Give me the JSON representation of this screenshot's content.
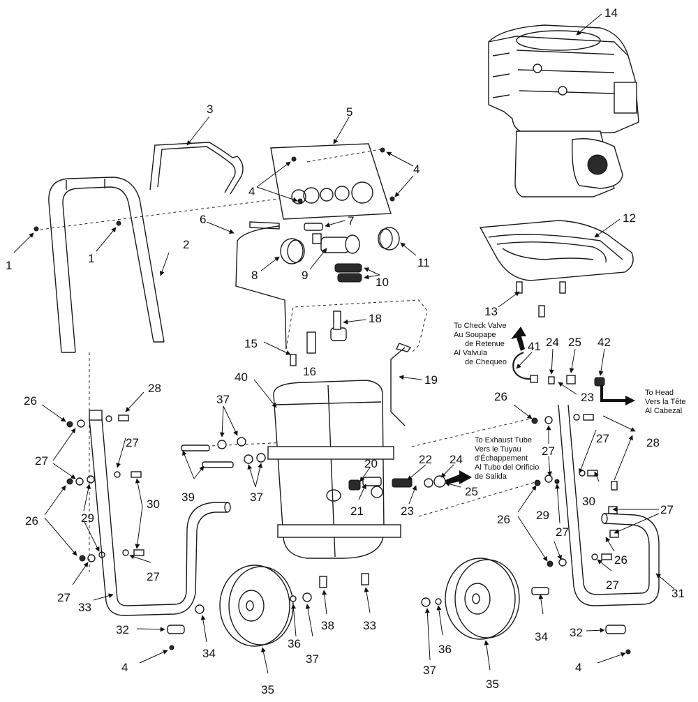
{
  "labels": {
    "l1a": "1",
    "l1b": "1",
    "l2": "2",
    "l3": "3",
    "l4a": "4",
    "l4b": "4",
    "l4c": "4",
    "l4d": "4",
    "l5": "5",
    "l6": "6",
    "l7": "7",
    "l8": "8",
    "l9": "9",
    "l10": "10",
    "l11": "11",
    "l12": "12",
    "l13": "13",
    "l14": "14",
    "l15": "15",
    "l16": "16",
    "l18": "18",
    "l19": "19",
    "l20": "20",
    "l21": "21",
    "l22": "22",
    "l23a": "23",
    "l23b": "23",
    "l24a": "24",
    "l24b": "24",
    "l25a": "25",
    "l25b": "25",
    "l26a": "26",
    "l26b": "26",
    "l26c": "26",
    "l26d": "26",
    "l26e": "26",
    "l27a": "27",
    "l27b": "27",
    "l27c": "27",
    "l27d": "27",
    "l27e": "27",
    "l27f": "27",
    "l27g": "27",
    "l27h": "27",
    "l28a": "28",
    "l28b": "28",
    "l29a": "29",
    "l29b": "29",
    "l30a": "30",
    "l30b": "30",
    "l31": "31",
    "l32a": "32",
    "l32b": "32",
    "l33a": "33",
    "l33b": "33",
    "l34a": "34",
    "l34b": "34",
    "l35a": "35",
    "l35b": "35",
    "l36a": "36",
    "l36b": "36",
    "l37a": "37",
    "l37b": "37",
    "l37c": "37",
    "l37d": "37",
    "l38": "38",
    "l39": "39",
    "l40": "40",
    "l41": "41",
    "l42": "42"
  },
  "notes": {
    "check_valve": [
      "To Check Valve",
      "Au Soupape",
      "de Retenue",
      "Al Valvula",
      "de Chequeo"
    ],
    "to_head": [
      "To Head",
      "Vers la Tête",
      "Al Cabezal"
    ],
    "exhaust": [
      "To Exhaust Tube",
      "Vers le Tuyau",
      "d'Échappement",
      "Al Tubo del Orificio",
      "de Salida"
    ]
  }
}
